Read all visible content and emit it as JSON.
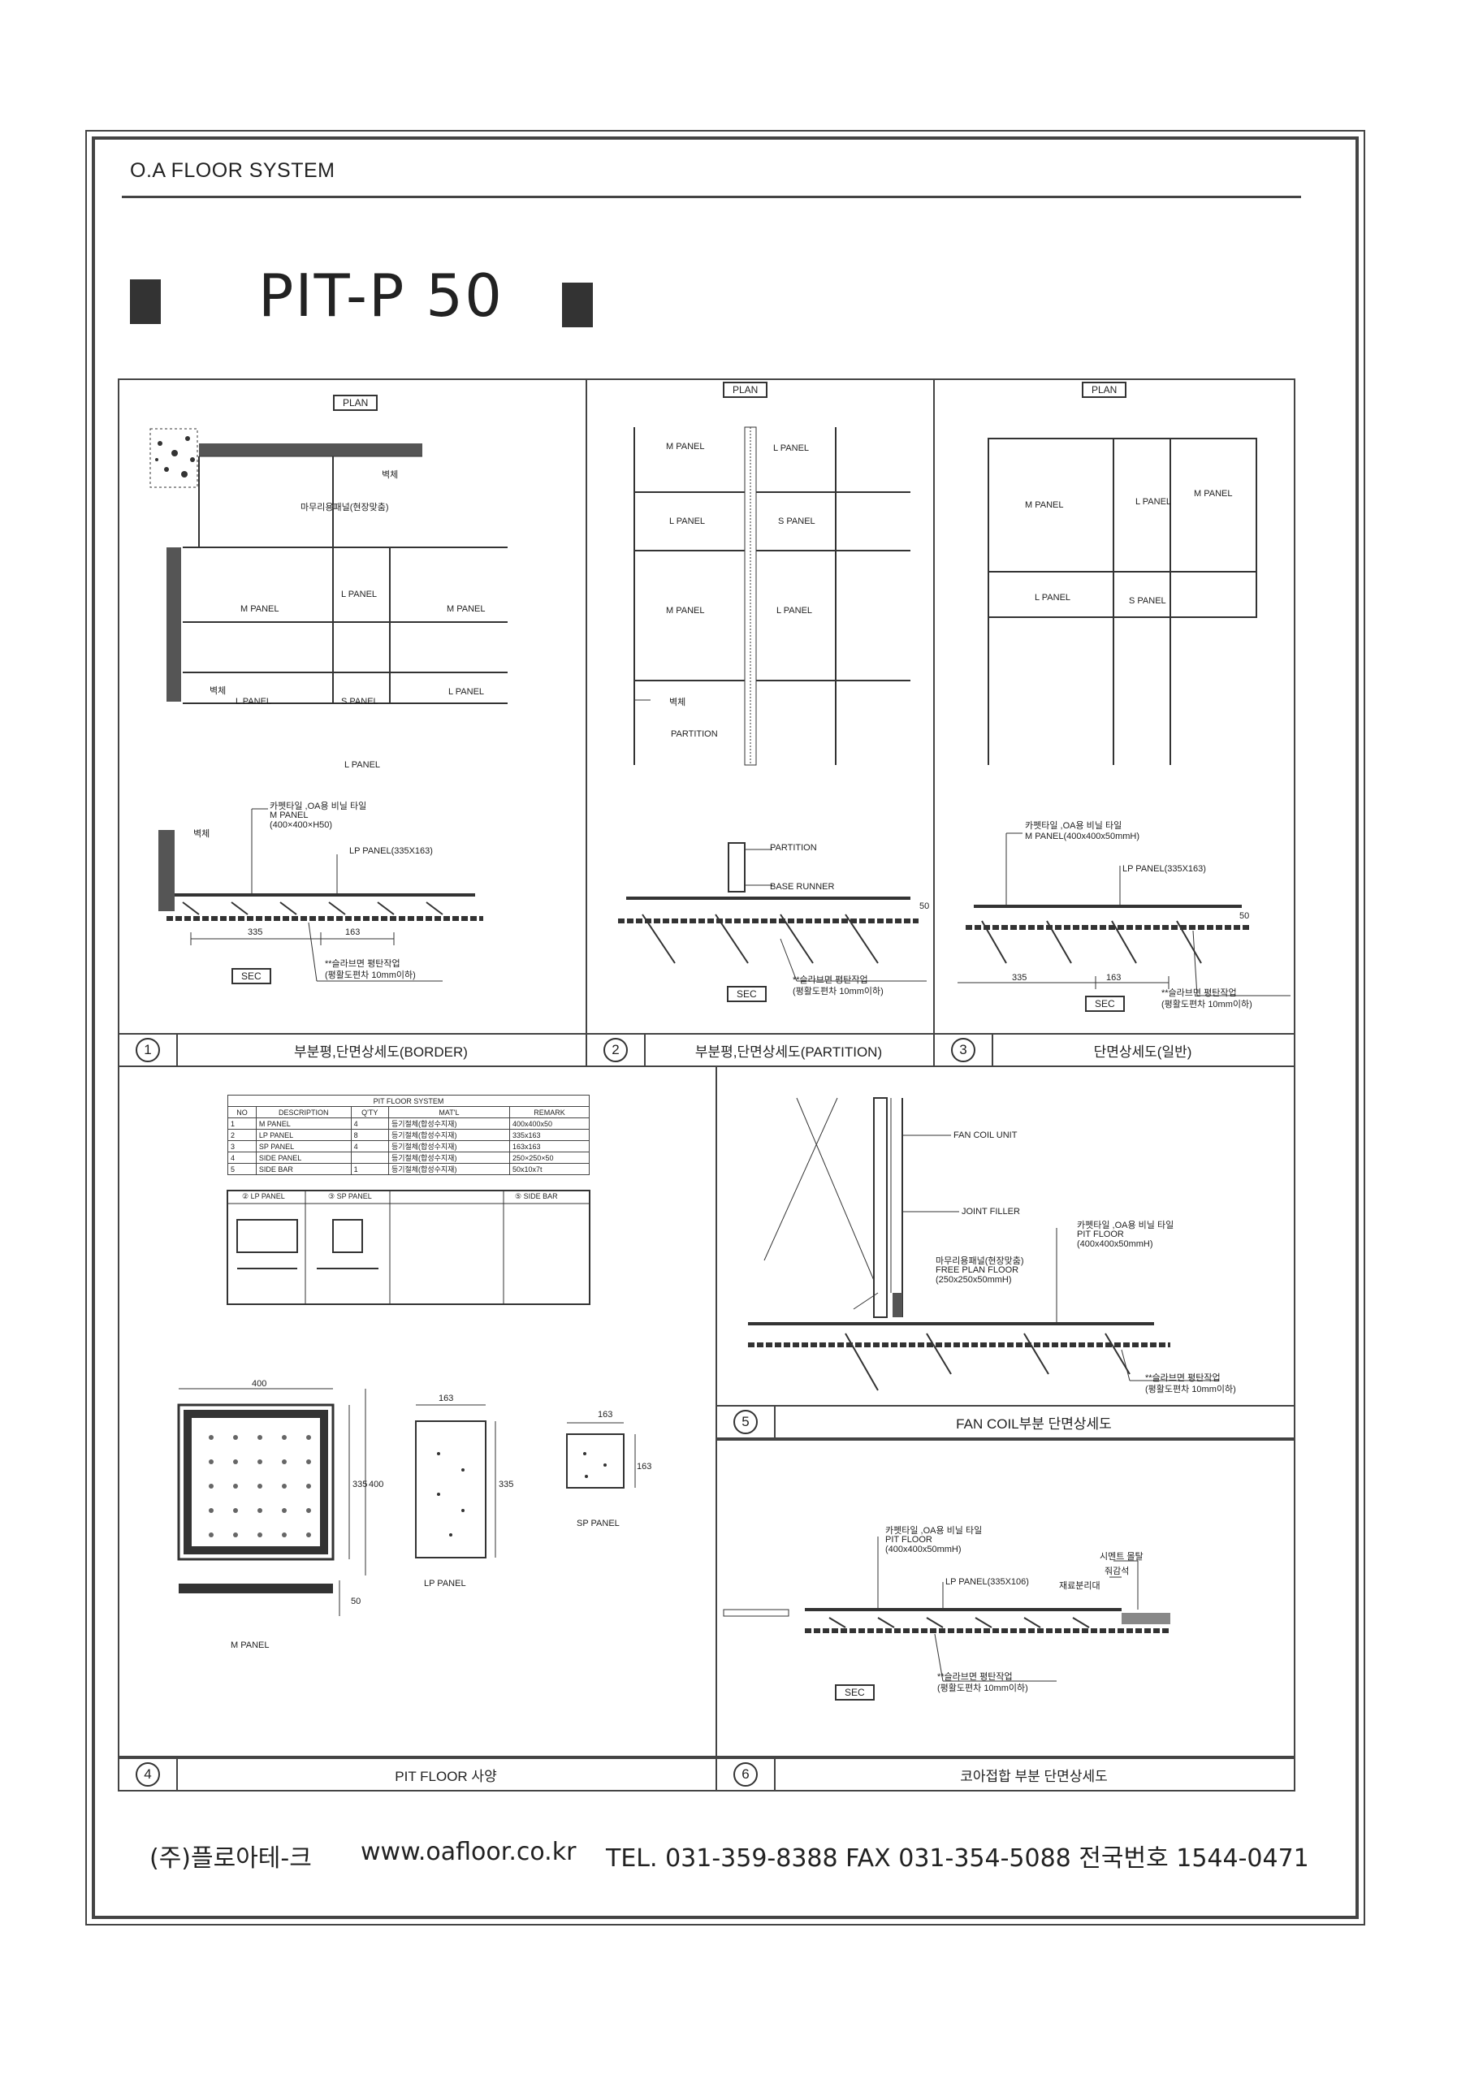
{
  "header": {
    "system": "O.A FLOOR SYSTEM",
    "title": "PIT-P 50"
  },
  "plan_tag": "PLAN",
  "sec_tag": "SEC",
  "d1": {
    "wall1": "벽체",
    "wall2": "벽체",
    "wall3": "벽체",
    "finish": "마무리용패널(현장맞춤)",
    "m1": "M PANEL",
    "m2": "M PANEL",
    "l1": "L PANEL",
    "l2": "L PANEL",
    "l3": "L PANEL",
    "l4": "L PANEL",
    "s1": "S PANEL",
    "tile": "카펫타일 ,OA용 비닐 타일",
    "mpanel": "M PANEL",
    "mdim": "(400×400×H50)",
    "lp": "LP PANEL(335X163)",
    "d335": "335",
    "d163": "163",
    "level": "**슬라브면 평탄작업",
    "level2": "(평활도편차 10mm이하)",
    "caption": "부분평,단면상세도(BORDER)",
    "num": "1"
  },
  "d2": {
    "m1": "M PANEL",
    "m2": "M PANEL",
    "l1": "L PANEL",
    "l2": "L PANEL",
    "l3": "L PANEL",
    "s1": "S PANEL",
    "wall": "벽체",
    "partition": "PARTITION",
    "partition2": "PARTITION",
    "base": "BASE RUNNER",
    "d50": "50",
    "level": "**슬라브면 평탄작업",
    "level2": "(평활도편차 10mm이하)",
    "caption": "부분평,단면상세도(PARTITION)",
    "num": "2"
  },
  "d3": {
    "m1": "M PANEL",
    "m2": "M PANEL",
    "l1": "L PANEL",
    "l2": "L PANEL",
    "s1": "S PANEL",
    "tile": "카펫타일 ,OA용 비닐 타일",
    "mpanel": "M PANEL(400x400x50mmH)",
    "lp": "LP PANEL(335X163)",
    "d335": "335",
    "d163": "163",
    "d50": "50",
    "level": "**슬라브면 평탄작업",
    "level2": "(평활도편차 10mm이하)",
    "caption": "단면상세도(일반)",
    "num": "3"
  },
  "d4": {
    "table_title": "PIT FLOOR SYSTEM",
    "headers": [
      "NO",
      "DESCRIPTION",
      "Q'TY",
      "MAT'L",
      "REMARK"
    ],
    "rows": [
      [
        "1",
        "M PANEL",
        "4",
        "등기절체(합성수지재)",
        "400x400x50"
      ],
      [
        "2",
        "LP PANEL",
        "8",
        "등기절체(합성수지재)",
        "335x163"
      ],
      [
        "3",
        "SP PANEL",
        "4",
        "등기절체(합성수지재)",
        "163x163"
      ],
      [
        "4",
        "SIDE PANEL",
        "",
        "등기절체(합성수지재)",
        "250×250×50"
      ],
      [
        "5",
        "SIDE BAR",
        "1",
        "등기절체(합성수지재)",
        "50x10x7t"
      ]
    ],
    "sub": [
      "② LP PANEL",
      "③ SP PANEL",
      "⑤ SIDE BAR"
    ],
    "mpanel": "M PANEL",
    "lpanel": "LP PANEL",
    "sppanel": "SP PANEL",
    "d400": "400",
    "d400b": "400",
    "d335": "335",
    "d163": "163",
    "d335b": "335",
    "d163b": "163",
    "d163c": "163",
    "d50": "50",
    "caption": "PIT FLOOR 사양",
    "num": "4"
  },
  "d5": {
    "fan": "FAN COIL UNIT",
    "joint": "JOINT FILLER",
    "tile": "카펫타일 ,OA용 비닐 타일",
    "pit": "PIT FLOOR",
    "pitdim": "(400x400x50mmH)",
    "finish": "마무리용패널(현장맞춤)",
    "free": "FREE PLAN FLOOR",
    "freedim": "(250x250x50mmH)",
    "level": "**슬라브면 평탄작업",
    "level2": "(평활도편차 10mm이하)",
    "caption": "FAN COIL부분 단면상세도",
    "num": "5"
  },
  "d6": {
    "tile": "카펫타일 ,OA용 비닐 타일",
    "pit": "PIT FLOOR",
    "pitdim": "(400x400x50mmH)",
    "lp": "LP PANEL(335X106)",
    "cement": "시멘트 몰탈",
    "edge": "재료분리대",
    "joint": "줘감석",
    "level": "**슬라브면 평탄작업",
    "level2": "(평활도편차 10mm이하)",
    "caption": "코아접합 부분 단면상세도",
    "num": "6"
  },
  "footer": {
    "company": "(주)플로아테-크",
    "url": "www.oafloor.co.kr",
    "tel": "TEL. 031-359-8388  FAX 031-354-5088  전국번호 1544-0471"
  }
}
